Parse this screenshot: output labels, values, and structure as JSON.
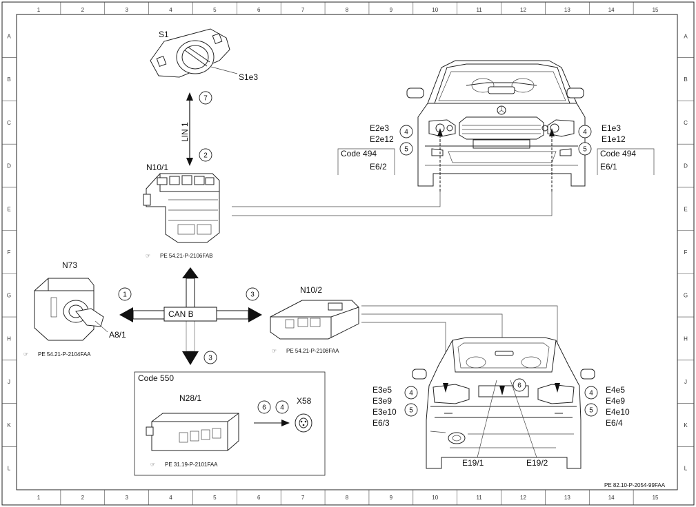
{
  "grid": {
    "columns": [
      "1",
      "2",
      "3",
      "4",
      "5",
      "6",
      "7",
      "8",
      "9",
      "10",
      "11",
      "12",
      "13",
      "14",
      "15"
    ],
    "rows": [
      "A",
      "B",
      "C",
      "D",
      "E",
      "F",
      "G",
      "H",
      "J",
      "K",
      "L"
    ]
  },
  "components": {
    "s1": "S1",
    "s1e3": "S1e3",
    "n10_1": "N10/1",
    "n73": "N73",
    "a8_1": "A8/1",
    "n10_2": "N10/2",
    "n28_1": "N28/1",
    "x58": "X58",
    "e19_1": "E19/1",
    "e19_2": "E19/2"
  },
  "bus": {
    "lin": "LIN 1",
    "can": "CAN B"
  },
  "codes": {
    "code550": "Code 550",
    "code494_left": "Code 494",
    "code494_right": "Code 494",
    "e6_2": "E6/2",
    "e6_1": "E6/1"
  },
  "front_left_labels": [
    "E2e3",
    "E2e12"
  ],
  "front_right_labels": [
    "E1e3",
    "E1e12"
  ],
  "rear_left_labels": [
    "E3e5",
    "E3e9",
    "E3e10",
    "E6/3"
  ],
  "rear_right_labels": [
    "E4e5",
    "E4e9",
    "E4e10",
    "E6/4"
  ],
  "circles": {
    "c7": "7",
    "c2": "2",
    "c1": "1",
    "c3a": "3",
    "c3b": "3",
    "c6x": "6",
    "c4x": "4",
    "fl4": "4",
    "fl5": "5",
    "fr4": "4",
    "fr5": "5",
    "rl4": "4",
    "rl5": "5",
    "rr4": "4",
    "rr5": "5",
    "r6": "6"
  },
  "references": {
    "n10_1": "PE 54.21-P-2106FAB",
    "n73": "PE 54.21-P-2104FAA",
    "n10_2": "PE 54.21-P-2108FAA",
    "n28_1": "PE 31.19-P-2101FAA",
    "drawing": "PE 82.10-P-2054-99FAA"
  },
  "ref_icon": "pointing-hand-icon"
}
